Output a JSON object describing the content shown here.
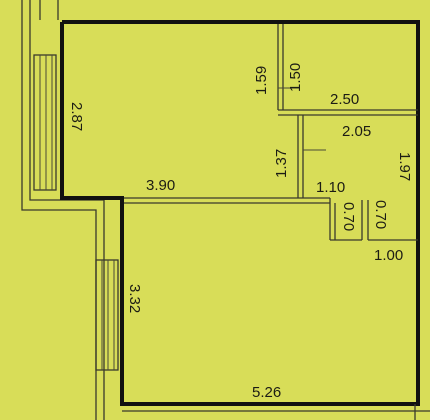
{
  "plan": {
    "colors": {
      "background": "#d8dd58",
      "wall": "#111111",
      "line": "#3a3a2c"
    },
    "dimensions": {
      "wall_top_left": "2.87",
      "room_width": "3.90",
      "wall_bottom_left": "3.32",
      "bottom_width": "5.26",
      "bath_height_a": "1.59",
      "bath_height_b": "1.50",
      "bath_width": "2.50",
      "wc_width": "2.05",
      "hall_height": "1.37",
      "right_height": "1.97",
      "niche_width": "1.10",
      "niche_depth_a": "0.70",
      "niche_depth_b": "0.70",
      "niche_bottom": "1.00"
    }
  }
}
